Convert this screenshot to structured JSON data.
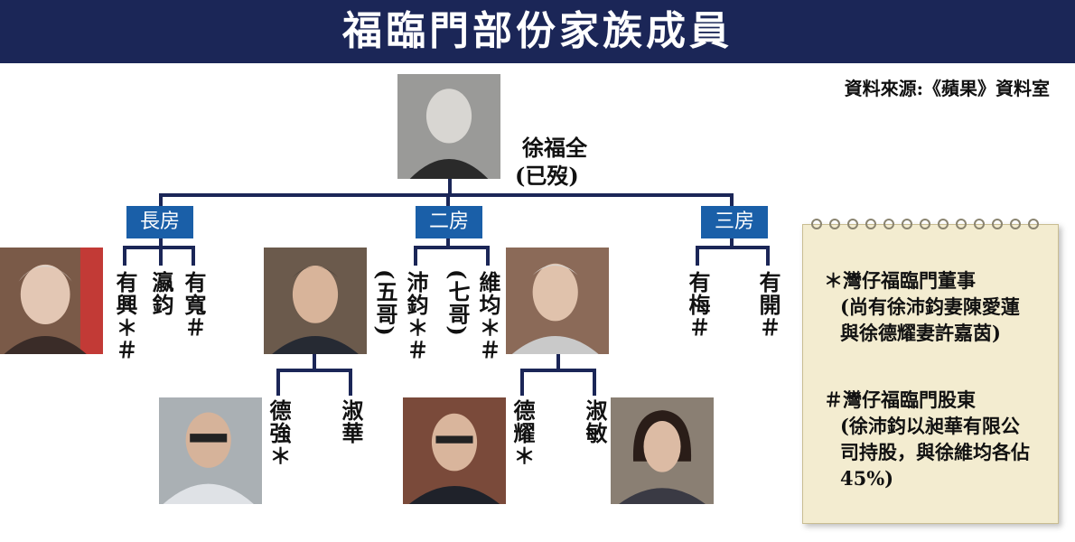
{
  "title": "福臨門部份家族成員",
  "source": "資料來源:《蘋果》資料室",
  "founder": {
    "name": "徐福全",
    "note": "(已歿)"
  },
  "branches": {
    "b1": {
      "label": "長房",
      "members": [
        "有興＊＃",
        "瀛鈞",
        "有寬＃"
      ]
    },
    "b2": {
      "label": "二房",
      "members": [
        "沛鈞＊＃",
        "(五哥)",
        "維均＊＃",
        "(七哥)"
      ],
      "peijun_children": [
        "德強＊",
        "淑華"
      ],
      "weijun_children": [
        "德耀＊",
        "淑敏"
      ]
    },
    "b3": {
      "label": "三房",
      "members": [
        "有梅＃",
        "有開＃"
      ]
    }
  },
  "notes": {
    "star": "＊灣仔福臨門董事",
    "star_detail": "(尚有徐沛鈞妻陳愛蓮與徐德耀妻許嘉茵)",
    "hash": "＃灣仔福臨門股東",
    "hash_detail": "(徐沛鈞以昶華有限公司持股，與徐維均各佔 45%)"
  },
  "colors": {
    "header": "#1b2657",
    "badge": "#1a5fa8",
    "paper": "#f3ecd0",
    "lines": "#1b2657"
  },
  "photos": [
    "founder-photo",
    "youxing-photo",
    "peijun-photo",
    "weijun-photo",
    "deqiang-photo",
    "deyao-photo",
    "shumin-photo"
  ]
}
